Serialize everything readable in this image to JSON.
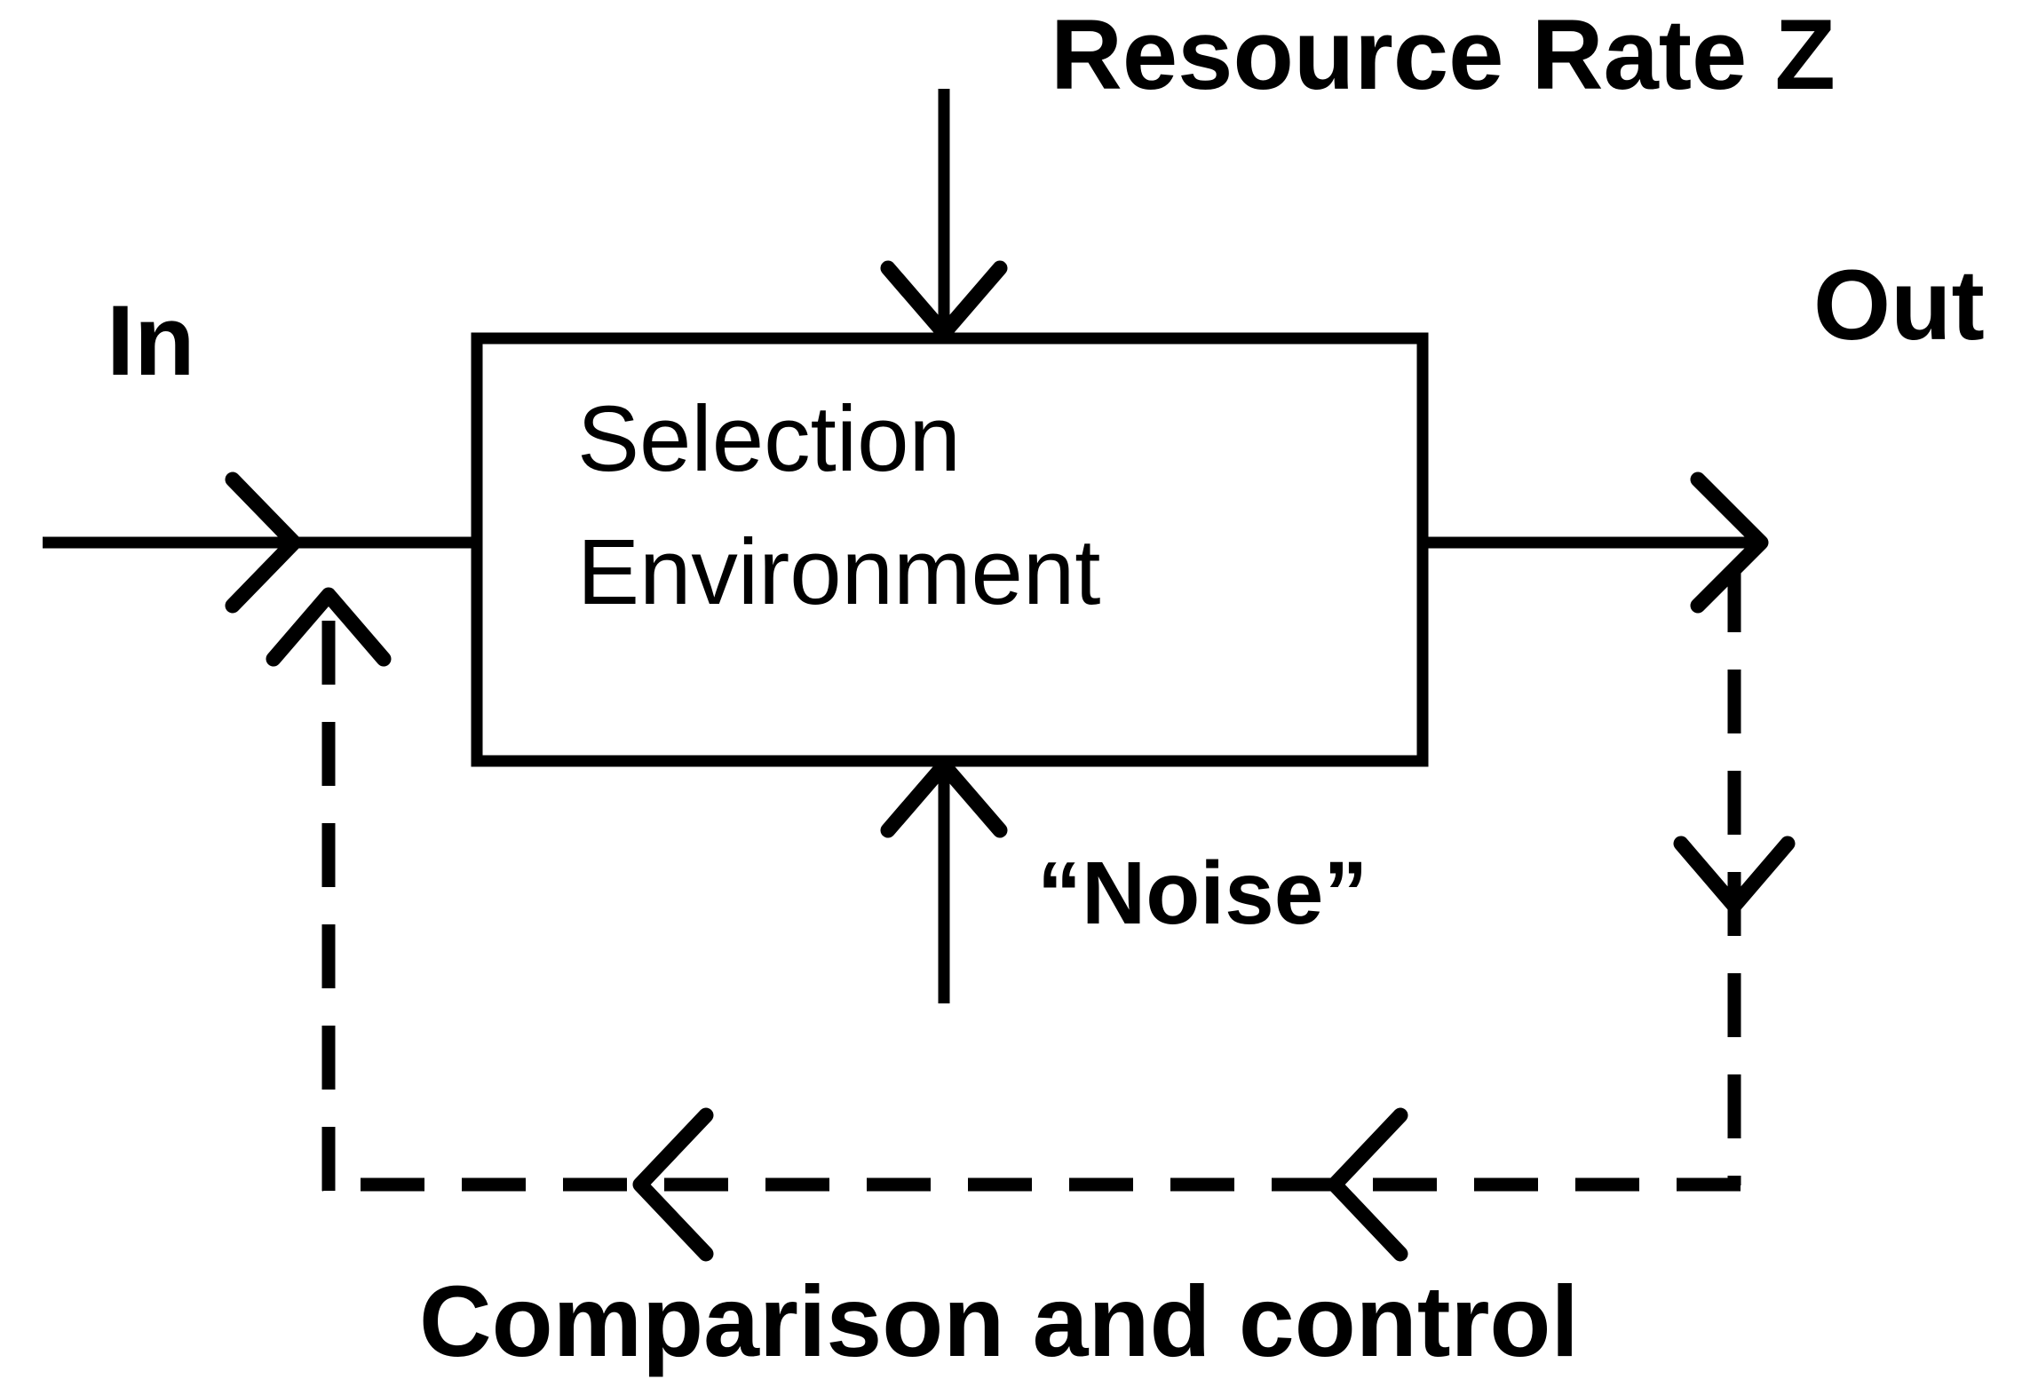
{
  "diagram": {
    "title": "Selection Environment control loop",
    "colors": {
      "stroke": "#000000",
      "background": "#ffffff",
      "text": "#000000"
    },
    "box": {
      "label_line1": "Selection",
      "label_line2": "Environment"
    },
    "labels": {
      "input": "In",
      "output": "Out",
      "resource": "Resource Rate Z",
      "noise": "“Noise”",
      "feedback": "Comparison and control"
    },
    "edges": [
      {
        "name": "input-flow",
        "style": "solid",
        "direction": "right",
        "from": "In",
        "to": "Selection Environment"
      },
      {
        "name": "resource-input",
        "style": "solid",
        "direction": "down",
        "from": "Resource Rate Z",
        "to": "Selection Environment"
      },
      {
        "name": "noise-input",
        "style": "solid",
        "direction": "up",
        "from": "“Noise”",
        "to": "Selection Environment"
      },
      {
        "name": "output-flow",
        "style": "solid",
        "direction": "right",
        "from": "Selection Environment",
        "to": "Out"
      },
      {
        "name": "feedback-down",
        "style": "dashed",
        "direction": "down",
        "from": "Out",
        "to": "Comparison and control"
      },
      {
        "name": "feedback-left",
        "style": "dashed",
        "direction": "left",
        "from": "Comparison and control",
        "to": "input junction"
      },
      {
        "name": "feedback-up",
        "style": "dashed",
        "direction": "up",
        "from": "Comparison and control",
        "to": "In"
      }
    ]
  }
}
